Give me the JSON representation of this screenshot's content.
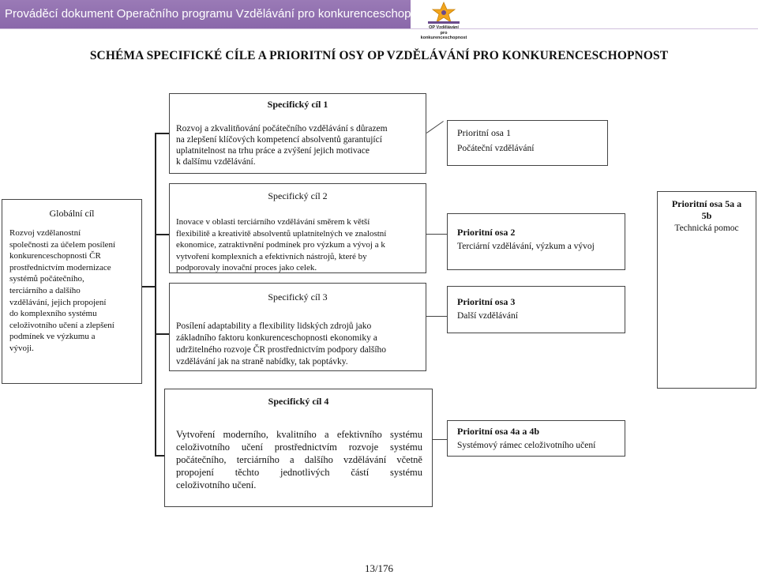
{
  "header": {
    "title": "Prováděcí dokument Operačního programu Vzdělávání pro konkurenceschopnost",
    "logo_lines": [
      "OP Vzdělávání",
      "pro konkurenceschopnost"
    ],
    "band_color": "#8a68aa"
  },
  "main_title": "SCHÉMA SPECIFICKÉ CÍLE A PRIORITNÍ OSY OP VZDĚLÁVÁNÍ PRO KONKURENCESCHOPNOST",
  "global_goal": {
    "title": "Globální cíl",
    "lines": [
      "Rozvoj vzdělanostní",
      "společnosti za účelem posílení",
      "konkurenceschopnosti ČR",
      "prostřednictvím modernizace",
      "systémů počátečního,",
      "terciárního a dalšího",
      "vzdělávání, jejich propojení",
      "do komplexního systému",
      "celoživotního učení a zlepšení",
      "podmínek ve výzkumu a",
      "vývoji."
    ]
  },
  "specific_goals": [
    {
      "title": "Specifický cíl 1",
      "lines": [
        "Rozvoj a zkvalitňování počátečního vzdělávání s důrazem",
        "na zlepšení klíčových kompetencí absolventů garantující",
        "uplatnitelnost na trhu práce a zvýšení jejich  motivace",
        "k dalšímu vzdělávání."
      ]
    },
    {
      "title": "Specifický cíl 2",
      "lines": [
        "Inovace v oblasti terciárního vzdělávání směrem k větší",
        "flexibilitě a kreativitě absolventů uplatnitelných ve znalostní",
        "ekonomice, zatraktivnění podmínek pro výzkum a vývoj a k",
        "vytvoření komplexních a efektivních nástrojů, které by",
        "podporovaly inovační proces jako celek."
      ]
    },
    {
      "title": "Specifický cíl 3",
      "lines": [
        "Posílení adaptability a flexibility lidských zdrojů jako",
        "základního faktoru konkurenceschopnosti ekonomiky a",
        "udržitelného rozvoje ČR prostřednictvím podpory dalšího",
        "vzdělávání jak na straně nabídky, tak poptávky."
      ]
    },
    {
      "title": "Specifický cíl 4",
      "lines": [
        "Vytvoření moderního, kvalitního a efektivního systému",
        "celoživotního učení prostřednictvím rozvoje systému",
        "počátečního, terciárního a dalšího vzdělávání včetně",
        "propojení těchto jednotlivých částí systému",
        "celoživotního učení."
      ]
    }
  ],
  "priority_axes": [
    {
      "title": "Prioritní osa  1",
      "subtitle": "Počáteční vzdělávání"
    },
    {
      "title": "Prioritní osa  2",
      "subtitle": "Terciární vzdělávání, výzkum a vývoj"
    },
    {
      "title": "Prioritní osa  3",
      "subtitle": "Další vzdělávání"
    },
    {
      "title": "Prioritní osa  4a a 4b",
      "subtitle": "Systémový rámec celoživotního učení"
    },
    {
      "title_lines": [
        "Prioritní osa 5a a",
        "5b"
      ],
      "subtitle": "Technická pomoc"
    }
  ],
  "page_number": "13/176"
}
